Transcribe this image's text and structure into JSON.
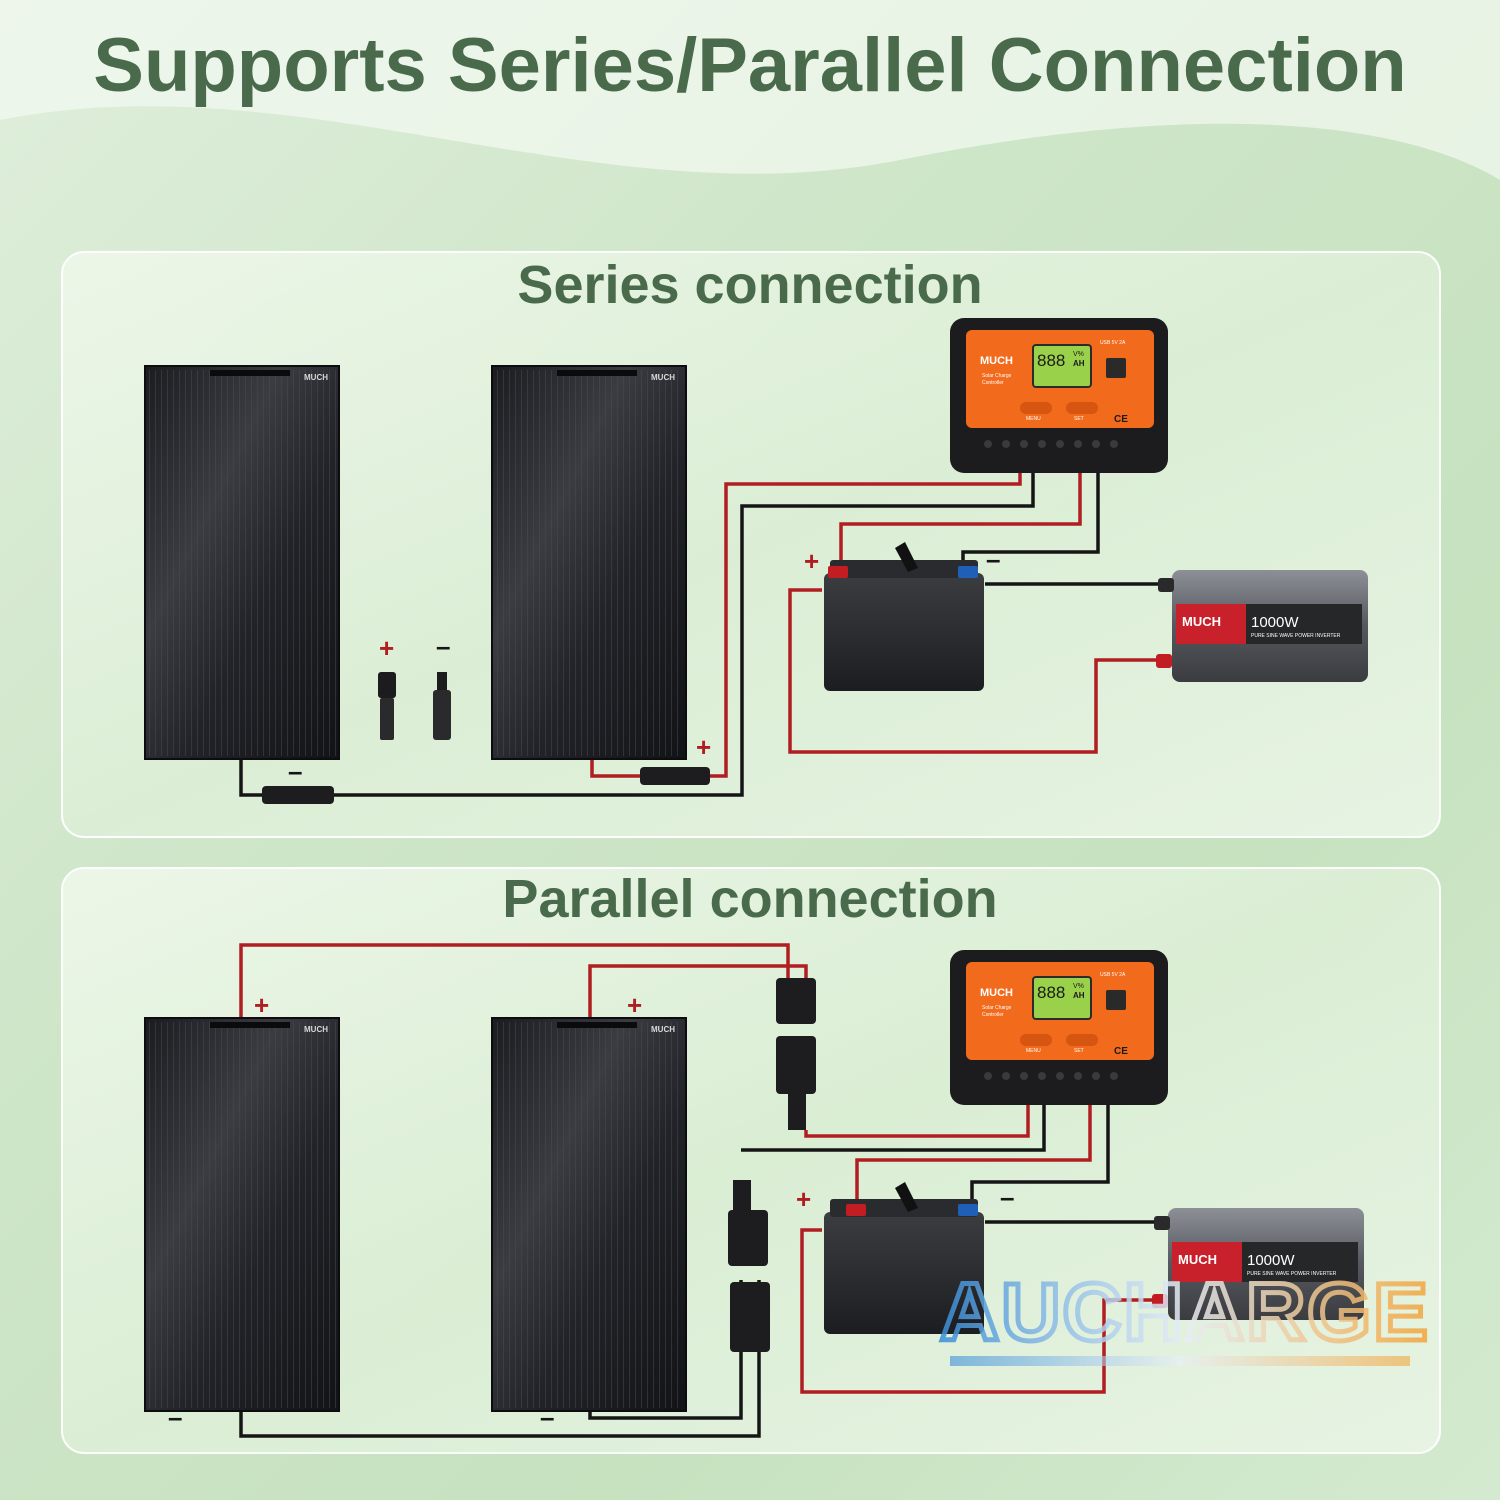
{
  "headline": "Supports Series/Parallel Connection",
  "series": {
    "title": "Series connection",
    "connector_plus": "+",
    "connector_minus": "–",
    "panel_lead_minus": "–",
    "panel_lead_plus": "+",
    "battery_plus": "+",
    "battery_minus": "–"
  },
  "parallel": {
    "title": "Parallel connection",
    "panel1_plus": "+",
    "panel2_plus": "+",
    "panel1_minus": "–",
    "panel2_minus": "–",
    "battery_plus": "+",
    "battery_minus": "–"
  },
  "panel": {
    "brand": "MUCH"
  },
  "controller": {
    "brand": "MUCH",
    "subtitle_line1": "Solar Charge",
    "subtitle_line2": "Controller",
    "usb_label": "USB 5V 2A",
    "display_digits": "888",
    "display_unit_top": "V%",
    "display_unit_bottom": "AH",
    "menu_label": "MENU",
    "set_label": "SET",
    "ce_mark": "CE"
  },
  "inverter": {
    "brand": "MUCH",
    "power": "1000W",
    "description": "PURE SINE WAVE POWER INVERTER"
  },
  "watermark": {
    "text": "AUCHARGE"
  },
  "colors": {
    "title_green": "#4a6a4c",
    "wire_red": "#b01e22",
    "wire_black": "#151515",
    "controller_orange": "#f26a1b",
    "lcd_green": "#9ad14a"
  }
}
